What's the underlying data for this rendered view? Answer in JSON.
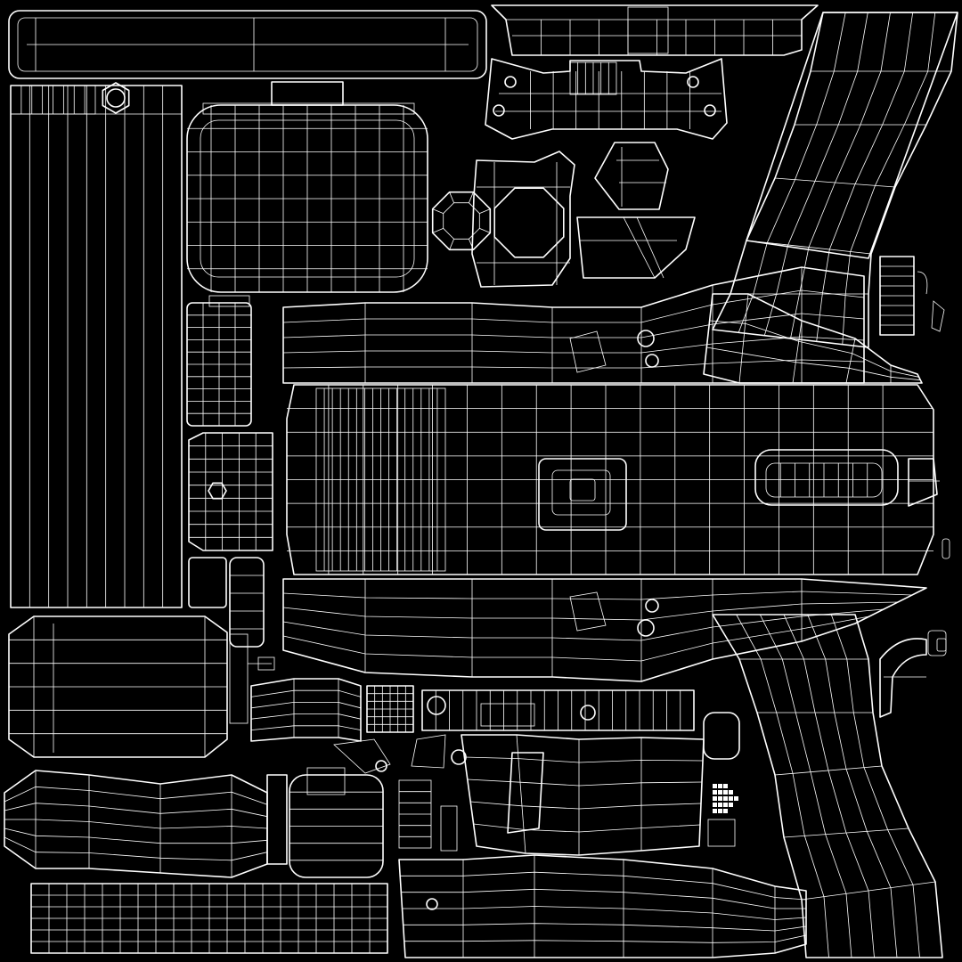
{
  "image": {
    "kind": "uv-wireframe-texture-layout",
    "background_color": "#000000",
    "line_color": "#ffffff",
    "text": []
  },
  "islands": [
    {
      "name": "top-left-long-bar"
    },
    {
      "name": "top-center-long-bar"
    },
    {
      "name": "tall-ribbed-panel"
    },
    {
      "name": "hex-nut-small"
    },
    {
      "name": "rounded-block"
    },
    {
      "name": "bracket-upper"
    },
    {
      "name": "sight-piece"
    },
    {
      "name": "hex-ring-left"
    },
    {
      "name": "octagon-housing"
    },
    {
      "name": "wedge-block"
    },
    {
      "name": "grip-column-right"
    },
    {
      "name": "small-stack-left"
    },
    {
      "name": "hex-box-left"
    },
    {
      "name": "main-receiver-body"
    },
    {
      "name": "handguard-upper"
    },
    {
      "name": "handguard-lower"
    },
    {
      "name": "cylinder-block-left"
    },
    {
      "name": "stock-lower-left"
    },
    {
      "name": "barrel-lower"
    },
    {
      "name": "magazine-curved"
    },
    {
      "name": "trigger-guard-right"
    },
    {
      "name": "small-parts-cluster"
    },
    {
      "name": "tiny-parts-right"
    }
  ]
}
